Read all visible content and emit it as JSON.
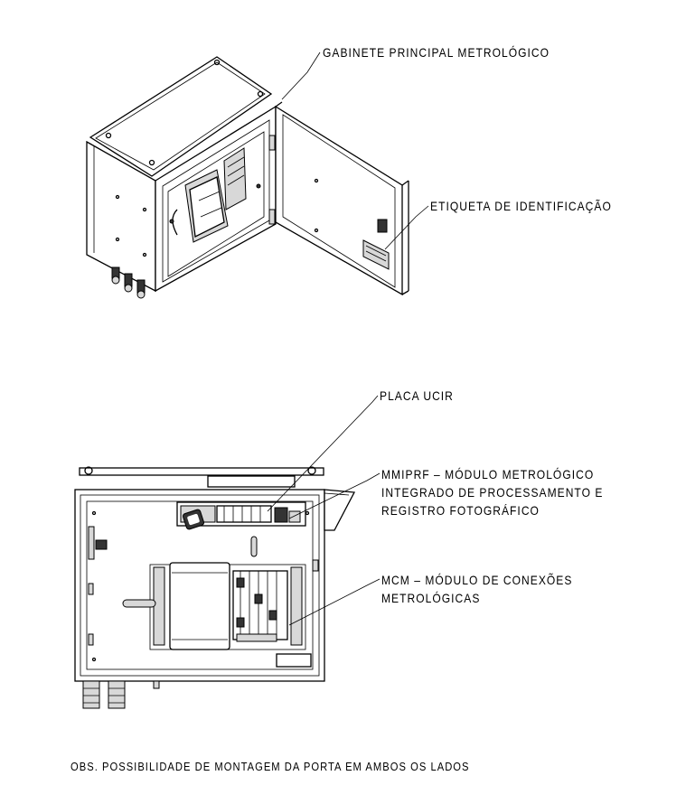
{
  "labels": {
    "gabinete": "GABINETE PRINCIPAL METROLÓGICO",
    "etiqueta": "ETIQUETA DE IDENTIFICAÇÃO",
    "placa": "PLACA UCIR",
    "mmiprf_1": "MMIPRF – MÓDULO METROLÓGICO",
    "mmiprf_2": "INTEGRADO DE PROCESSAMENTO E",
    "mmiprf_3": "REGISTRO FOTOGRÁFICO",
    "mcm_1": "MCM – MÓDULO DE CONEXÕES",
    "mcm_2": "METROLÓGICAS",
    "obs": "OBS. POSSIBILIDADE DE MONTAGEM DA PORTA EM AMBOS OS LADOS"
  }
}
